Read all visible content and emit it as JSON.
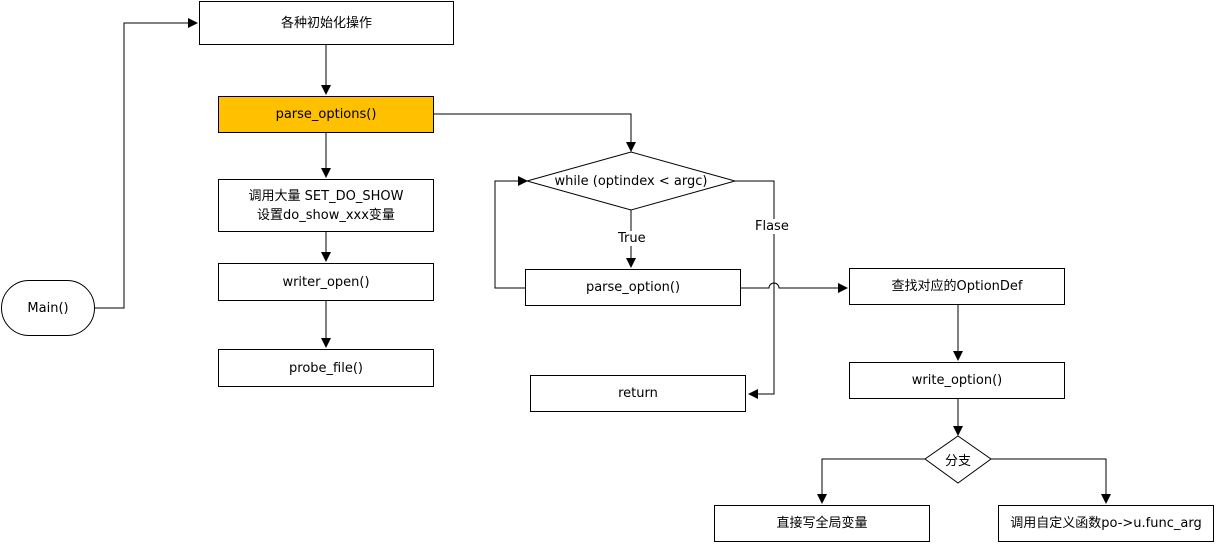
{
  "nodes": {
    "main": "Main()",
    "init": "各种初始化操作",
    "parse_options": "parse_options()",
    "set_do_show_line1": "调用大量 SET_DO_SHOW",
    "set_do_show_line2": "设置do_show_xxx变量",
    "writer_open": "writer_open()",
    "probe_file": "probe_file()",
    "while_cond": "while (optindex < argc)",
    "parse_option": "parse_option()",
    "return": "return",
    "find_optiondef": "查找对应的OptionDef",
    "write_option": "write_option()",
    "branch": "分支",
    "write_global": "直接写全局变量",
    "call_func": "调用自定义函数po->u.func_arg"
  },
  "edge_labels": {
    "true": "True",
    "false": "Flase"
  },
  "colors": {
    "highlight": "#FFC000",
    "stroke": "#000000"
  }
}
